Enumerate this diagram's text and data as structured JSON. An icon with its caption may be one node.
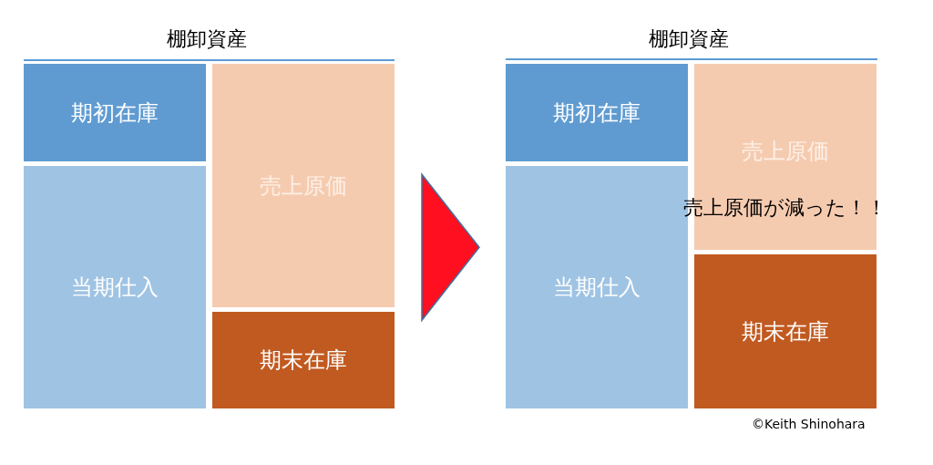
{
  "diagram": {
    "nodes": [
      {
        "text": [
          "期初在庫"
        ]
      },
      {
        "text": [
          "当期仕入"
        ]
      },
      {
        "text": [
          "売上原価"
        ]
      },
      {
        "text": [
          "期末在庫"
        ]
      },
      {
        "text": [
          "期初在庫"
        ]
      },
      {
        "text": [
          "当期仕入"
        ]
      },
      {
        "text": [
          "売上原価"
        ]
      },
      {
        "text": [
          "期末在庫"
        ]
      }
    ],
    "edges": [
      {
        "from": 2,
        "to": 5,
        "arrow": "to"
      }
    ],
    "labels": [
      "棚卸資産",
      "棚卸資産",
      "売上原価が減った！！",
      "©Keith Shinohara"
    ]
  }
}
